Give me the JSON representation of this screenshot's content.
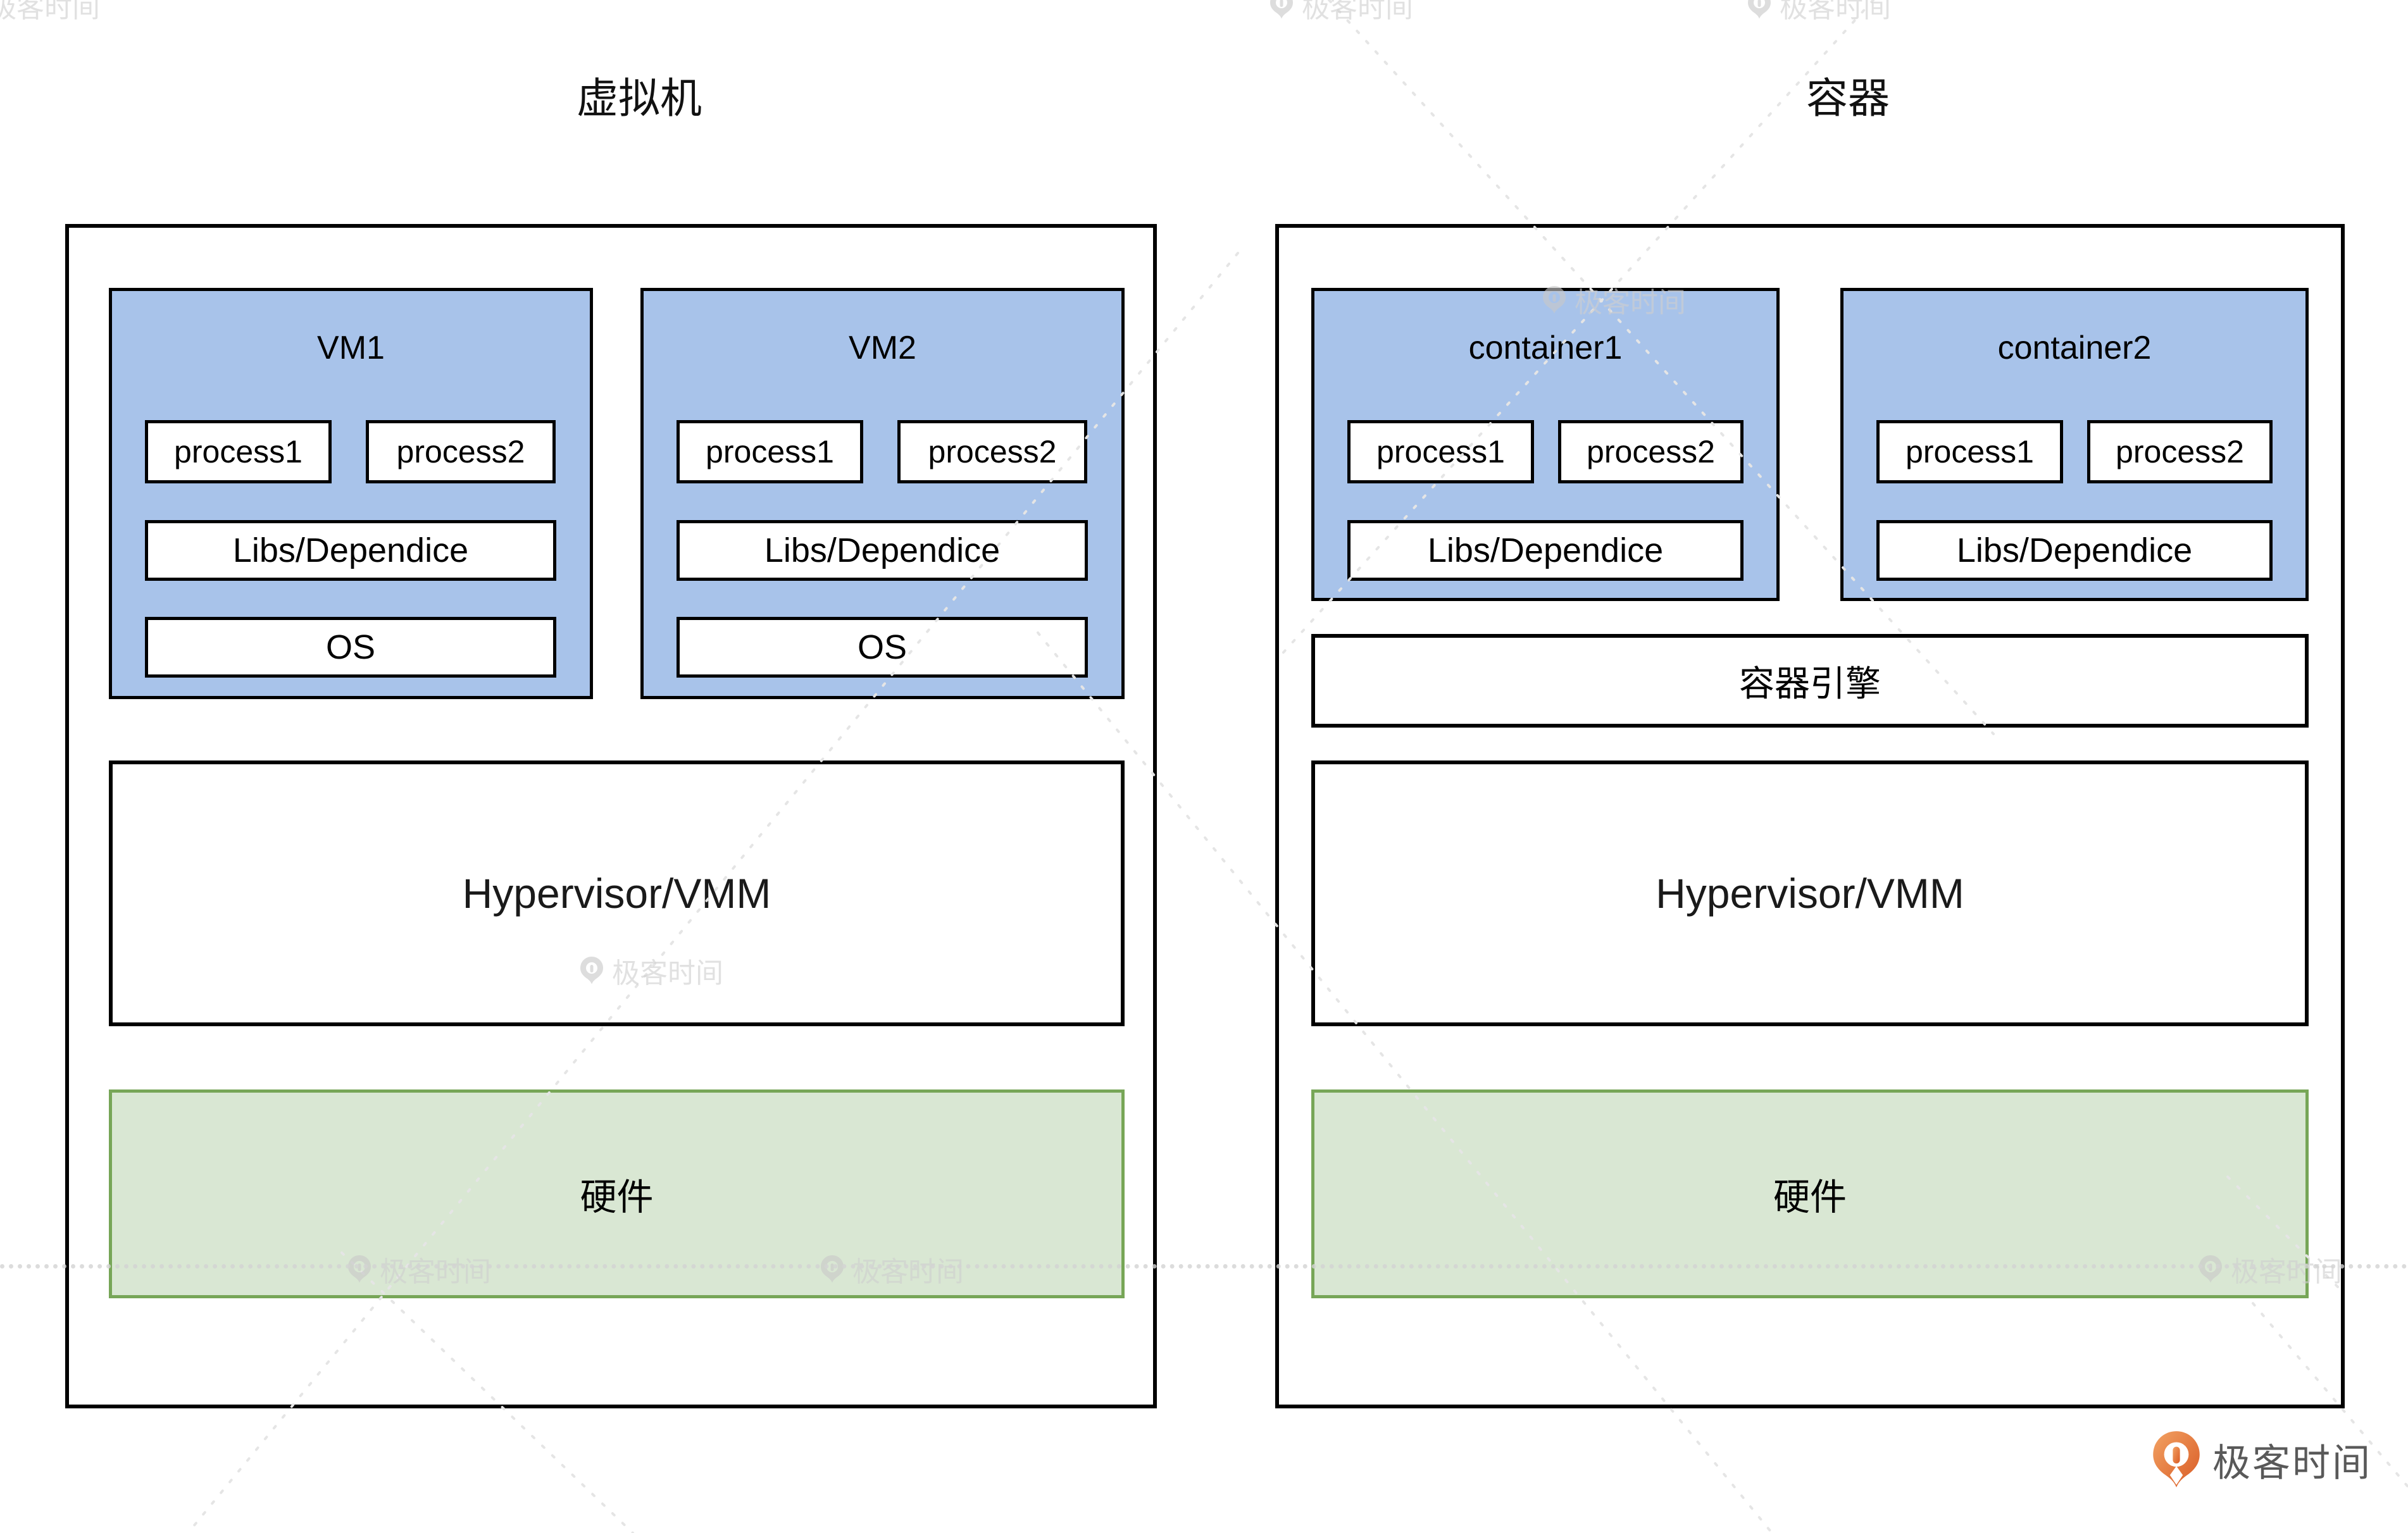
{
  "titles": {
    "left": "虚拟机",
    "right": "容器"
  },
  "vm_section": {
    "vms": [
      {
        "name": "VM1",
        "process1": "process1",
        "process2": "process2",
        "libs": "Libs/Dependice",
        "os": "OS"
      },
      {
        "name": "VM2",
        "process1": "process1",
        "process2": "process2",
        "libs": "Libs/Dependice",
        "os": "OS"
      }
    ],
    "hypervisor": "Hypervisor/VMM",
    "hardware": "硬件"
  },
  "container_section": {
    "containers": [
      {
        "name": "container1",
        "process1": "process1",
        "process2": "process2",
        "libs": "Libs/Dependice"
      },
      {
        "name": "container2",
        "process1": "process1",
        "process2": "process2",
        "libs": "Libs/Dependice"
      }
    ],
    "engine": "容器引擎",
    "hypervisor": "Hypervisor/VMM",
    "hardware": "硬件"
  },
  "watermark": {
    "text": "极客时间"
  },
  "brand": {
    "text": "极客时间"
  },
  "colors": {
    "vm_fill": "#A8C3EA",
    "hardware_fill": "#D9E7D3",
    "hardware_border": "#77A657",
    "box_border": "#000000",
    "watermark_gray": "#CFCFCF",
    "brand_orange": "#E4762F",
    "brand_text_gray": "#595959"
  }
}
